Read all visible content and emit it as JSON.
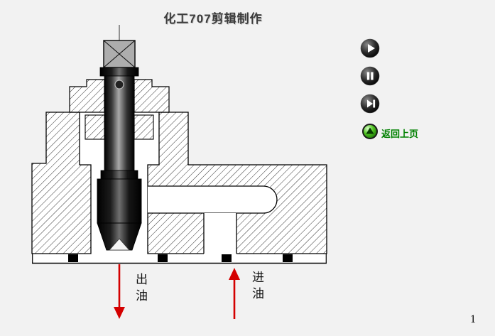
{
  "title": "化工707剪辑制作",
  "page_number": "1",
  "labels": {
    "oil_out": "出油",
    "oil_in": "进油"
  },
  "controls": {
    "play_icon": "play-icon",
    "pause_icon": "pause-icon",
    "next_icon": "skip-next-icon",
    "back_icon": "green-up-orb-icon",
    "back_label": "返回上页"
  },
  "colors": {
    "background": "#f2f2f2",
    "arrow_red": "#d40000",
    "back_link_green": "#008000",
    "title_gray": "#3c3c3c",
    "hatch_line": "#1a1a1a"
  }
}
